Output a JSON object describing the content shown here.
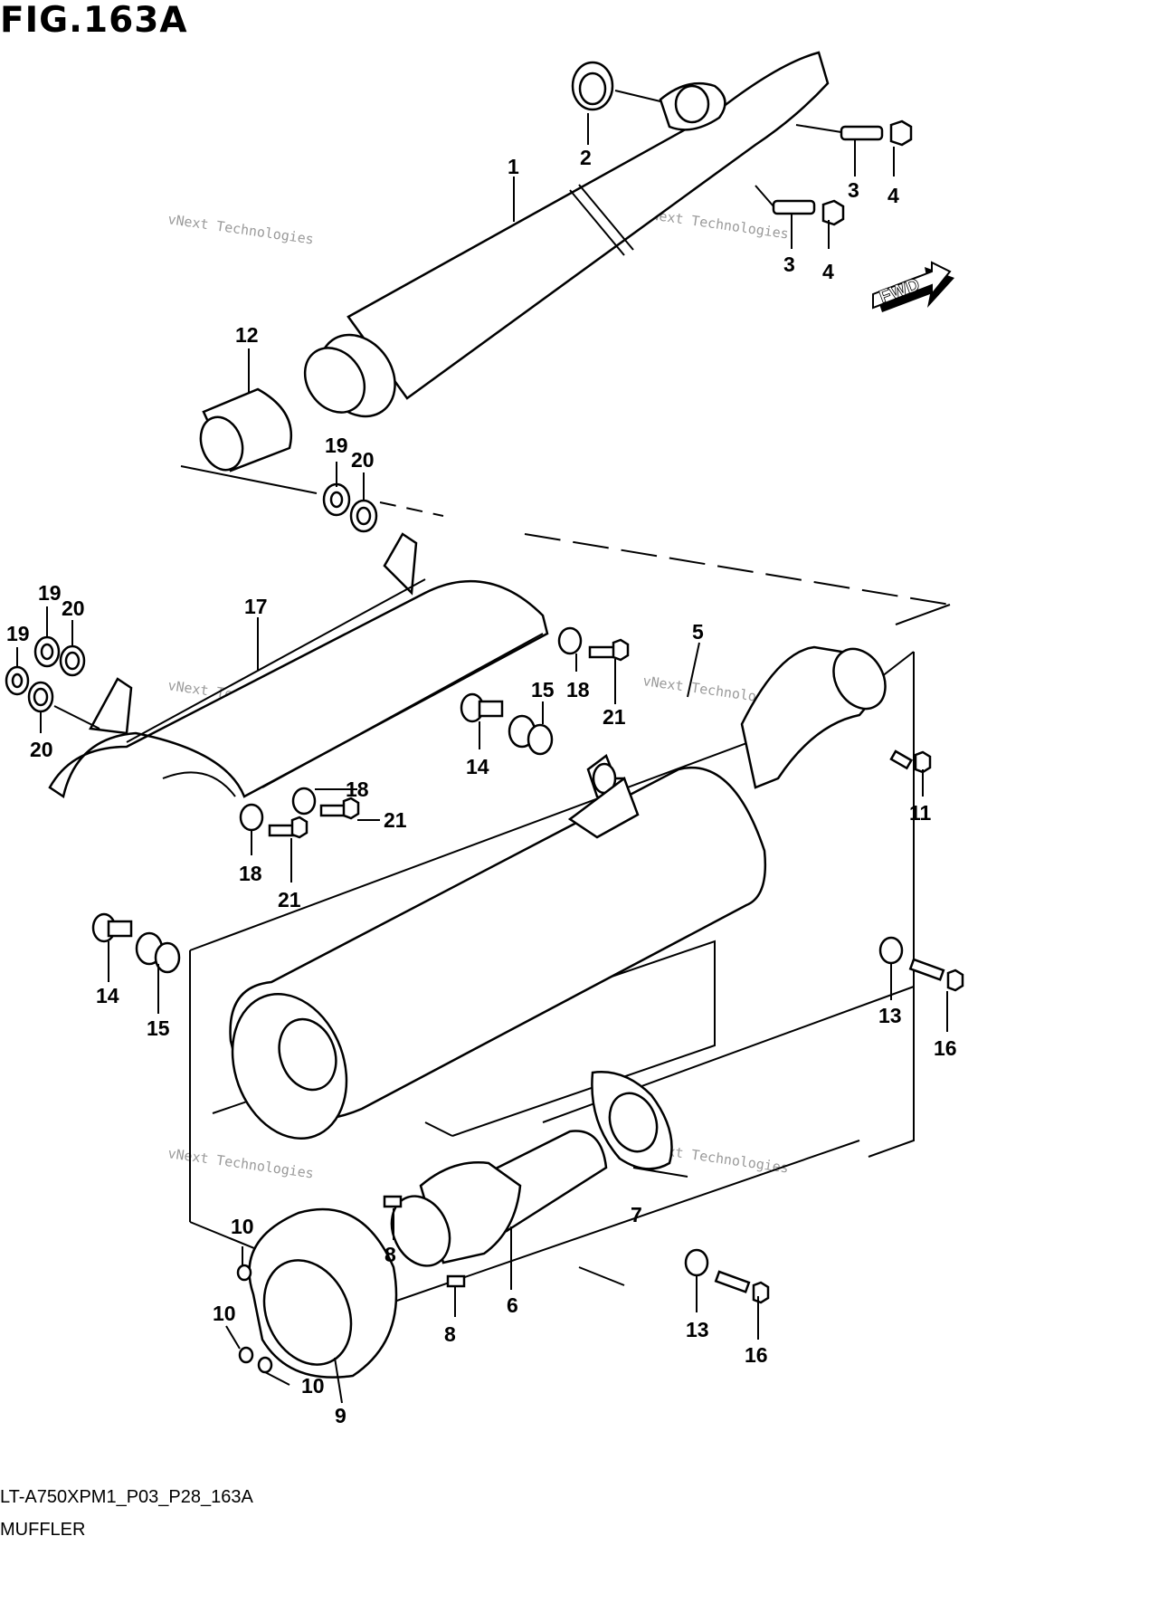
{
  "figure": {
    "title": "FIG.163A",
    "code": "LT-A750XPM1_P03_P28_163A",
    "name": "MUFFLER",
    "direction_badge": "FWD"
  },
  "watermark": {
    "small": "vNext Technologies",
    "large": "vNext\nTechnologies"
  },
  "callouts": {
    "c1": "1",
    "c2": "2",
    "c3a": "3",
    "c3b": "3",
    "c4a": "4",
    "c4b": "4",
    "c5": "5",
    "c6": "6",
    "c7": "7",
    "c8a": "8",
    "c8b": "8",
    "c9": "9",
    "c10a": "10",
    "c10b": "10",
    "c10c": "10",
    "c11": "11",
    "c12": "12",
    "c13a": "13",
    "c13b": "13",
    "c14a": "14",
    "c14b": "14",
    "c15a": "15",
    "c15b": "15",
    "c16a": "16",
    "c16b": "16",
    "c17": "17",
    "c18a": "18",
    "c18b": "18",
    "c18c": "18",
    "c19a": "19",
    "c19b": "19",
    "c19c": "19",
    "c20a": "20",
    "c20b": "20",
    "c20c": "20",
    "c21a": "21",
    "c21b": "21",
    "c21c": "21"
  }
}
